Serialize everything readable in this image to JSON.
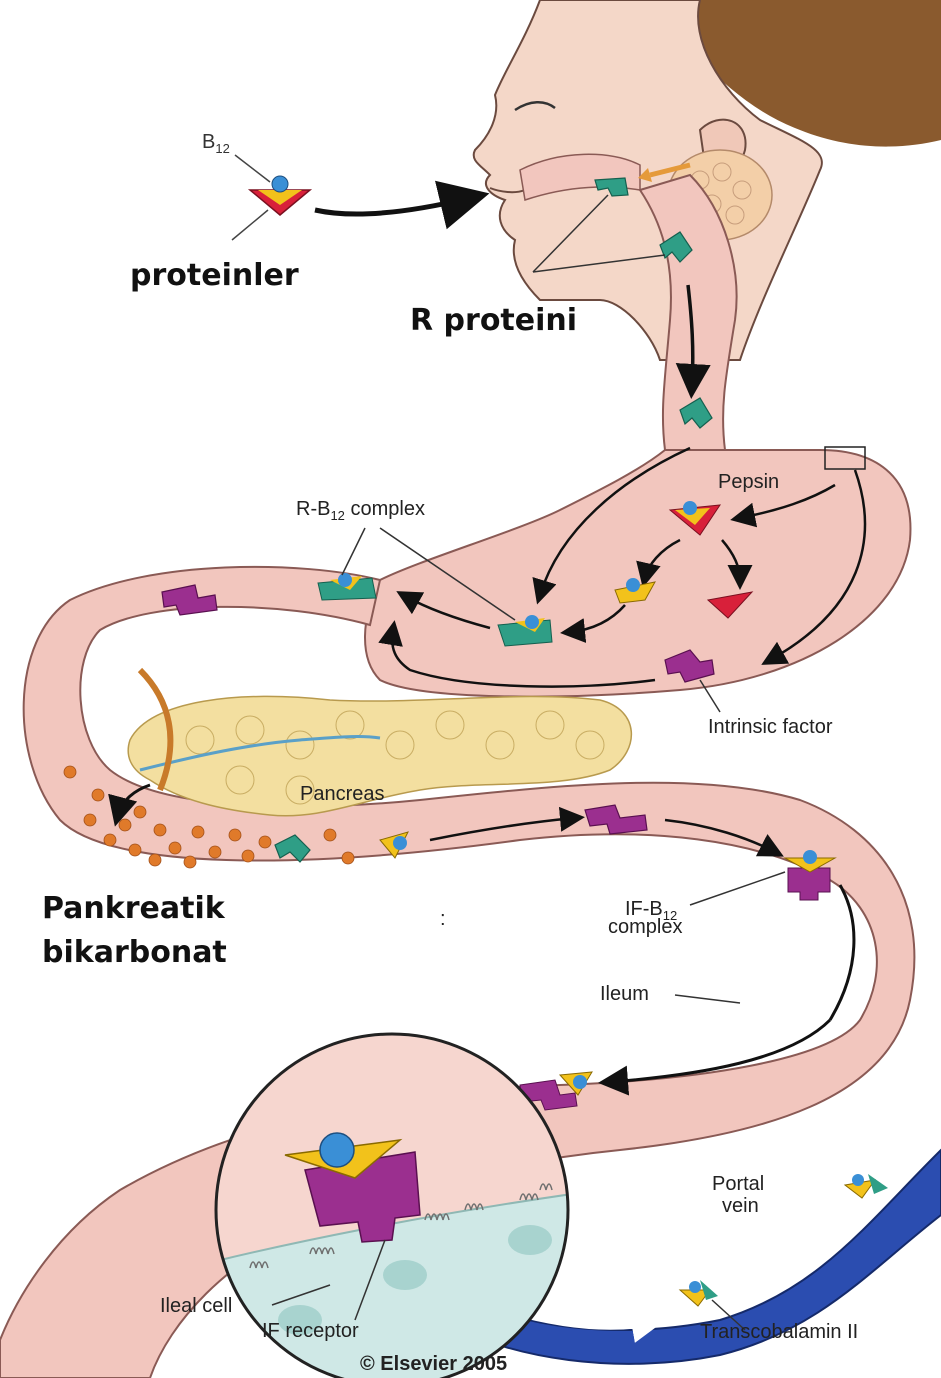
{
  "labels": {
    "b12": "B",
    "b12_sub": "12",
    "proteinler": "proteinler",
    "r_proteini": "R proteini",
    "pepsin": "Pepsin",
    "r_b12_complex_pre": "R-B",
    "r_b12_complex_sub": "12",
    "r_b12_complex_post": " complex",
    "intrinsic_factor": "Intrinsic factor",
    "pancreas": "Pancreas",
    "pankreatik": "Pankreatik",
    "bikarbonat": "bikarbonat",
    "if_b12_pre": "IF-B",
    "if_b12_sub": "12",
    "if_b12_post": "complex",
    "ileum": "Ileum",
    "portal_line1": "Portal",
    "portal_line2": "vein",
    "ileal_cell": "Ileal cell",
    "if_receptor": "IF receptor",
    "transcobalamin": "Transcobalamin II",
    "copyright": "© Elsevier 2005",
    "colon_mark": ":"
  },
  "colors": {
    "tract_fill": "#f2c6be",
    "tract_outline": "#8a5a55",
    "r_protein": "#2f9e86",
    "b12": "#3a8fd6",
    "yellow": "#f2c21b",
    "red": "#d8203a",
    "intrinsic_factor": "#9b2f8f",
    "bicarbonate_dot": "#e07a2a",
    "portal_vein": "#2b4db0",
    "pancreas": "#f3dfa0",
    "hair": "#8a5a2e",
    "gland": "#f3cfa8"
  }
}
